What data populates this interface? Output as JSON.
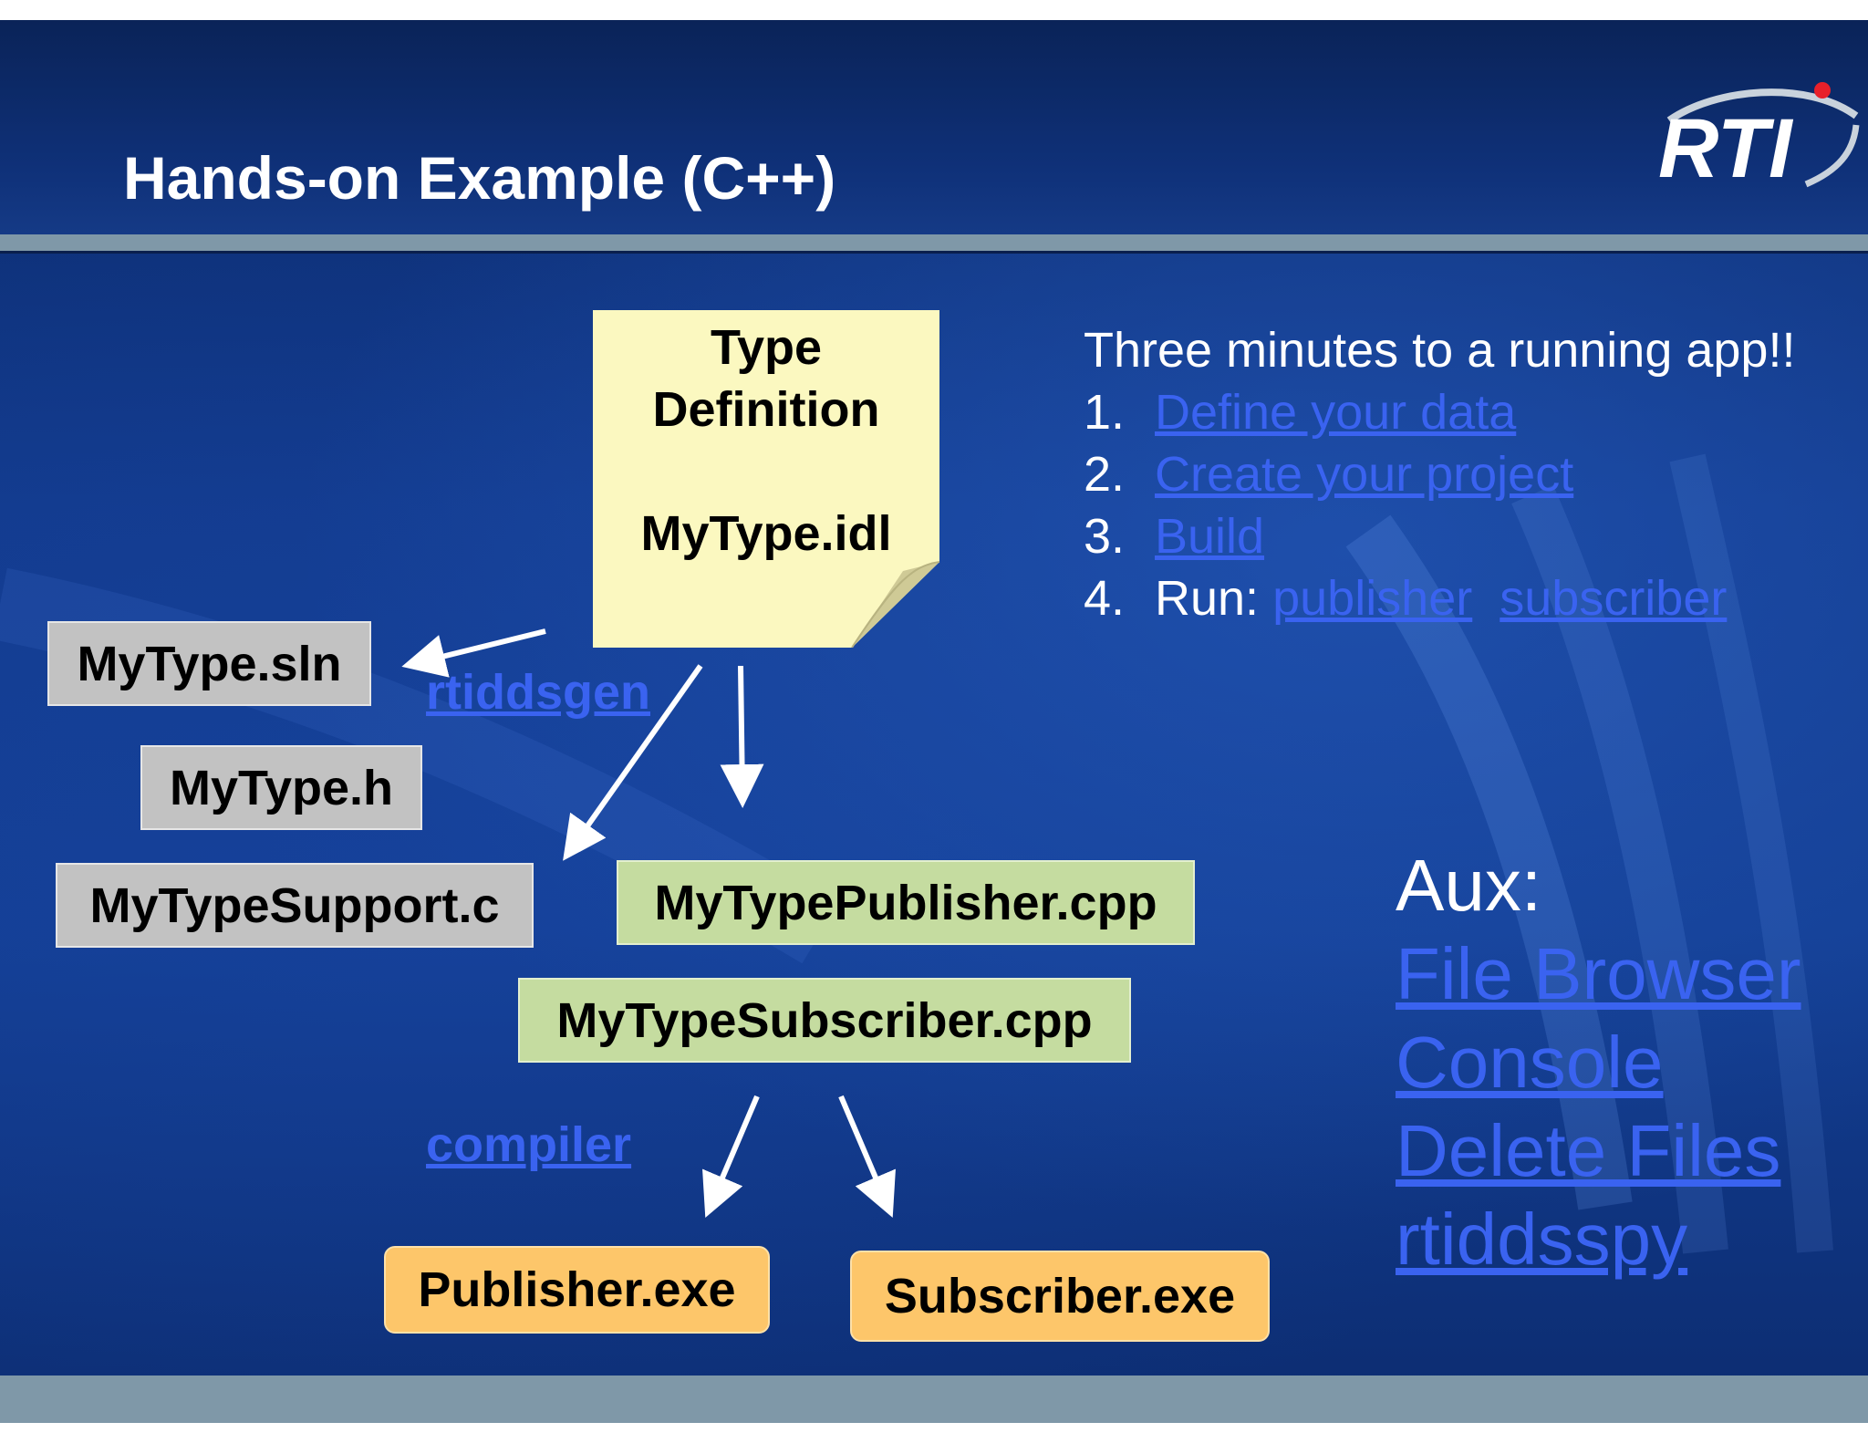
{
  "slide": {
    "title": "Hands-on Example (C++)",
    "logo_text": "RTI",
    "colors": {
      "background": "#123a8c",
      "header_rule": "#7f98a8",
      "link": "#3a63f0",
      "gray_box": "#c2c2c2",
      "green_box": "#c5dca0",
      "orange_box": "#fdc66a",
      "note": "#fbf8c0"
    }
  },
  "note": {
    "line1": "Type",
    "line2": "Definition",
    "file": "MyType.idl"
  },
  "generated_files": {
    "sln": "MyType.sln",
    "header": "MyType.h",
    "support": "MyTypeSupport.c",
    "publisher_cpp": "MyTypePublisher.cpp",
    "subscriber_cpp": "MyTypeSubscriber.cpp"
  },
  "tools": {
    "codegen": "rtiddsgen",
    "compiler": "compiler"
  },
  "executables": {
    "publisher": "Publisher.exe",
    "subscriber": "Subscriber.exe"
  },
  "steps": {
    "intro": "Three minutes to a running app!!",
    "items": [
      {
        "num": "1.",
        "link": "Define your data"
      },
      {
        "num": "2.",
        "link": "Create your project"
      },
      {
        "num": "3.",
        "link": "Build"
      }
    ],
    "run": {
      "num": "4.",
      "label": "Run:",
      "publisher_link": "publisher",
      "subscriber_link": "subscriber"
    }
  },
  "aux": {
    "heading": "Aux:",
    "links": [
      "File Browser",
      "Console",
      "Delete Files",
      "rtiddsspy"
    ]
  }
}
